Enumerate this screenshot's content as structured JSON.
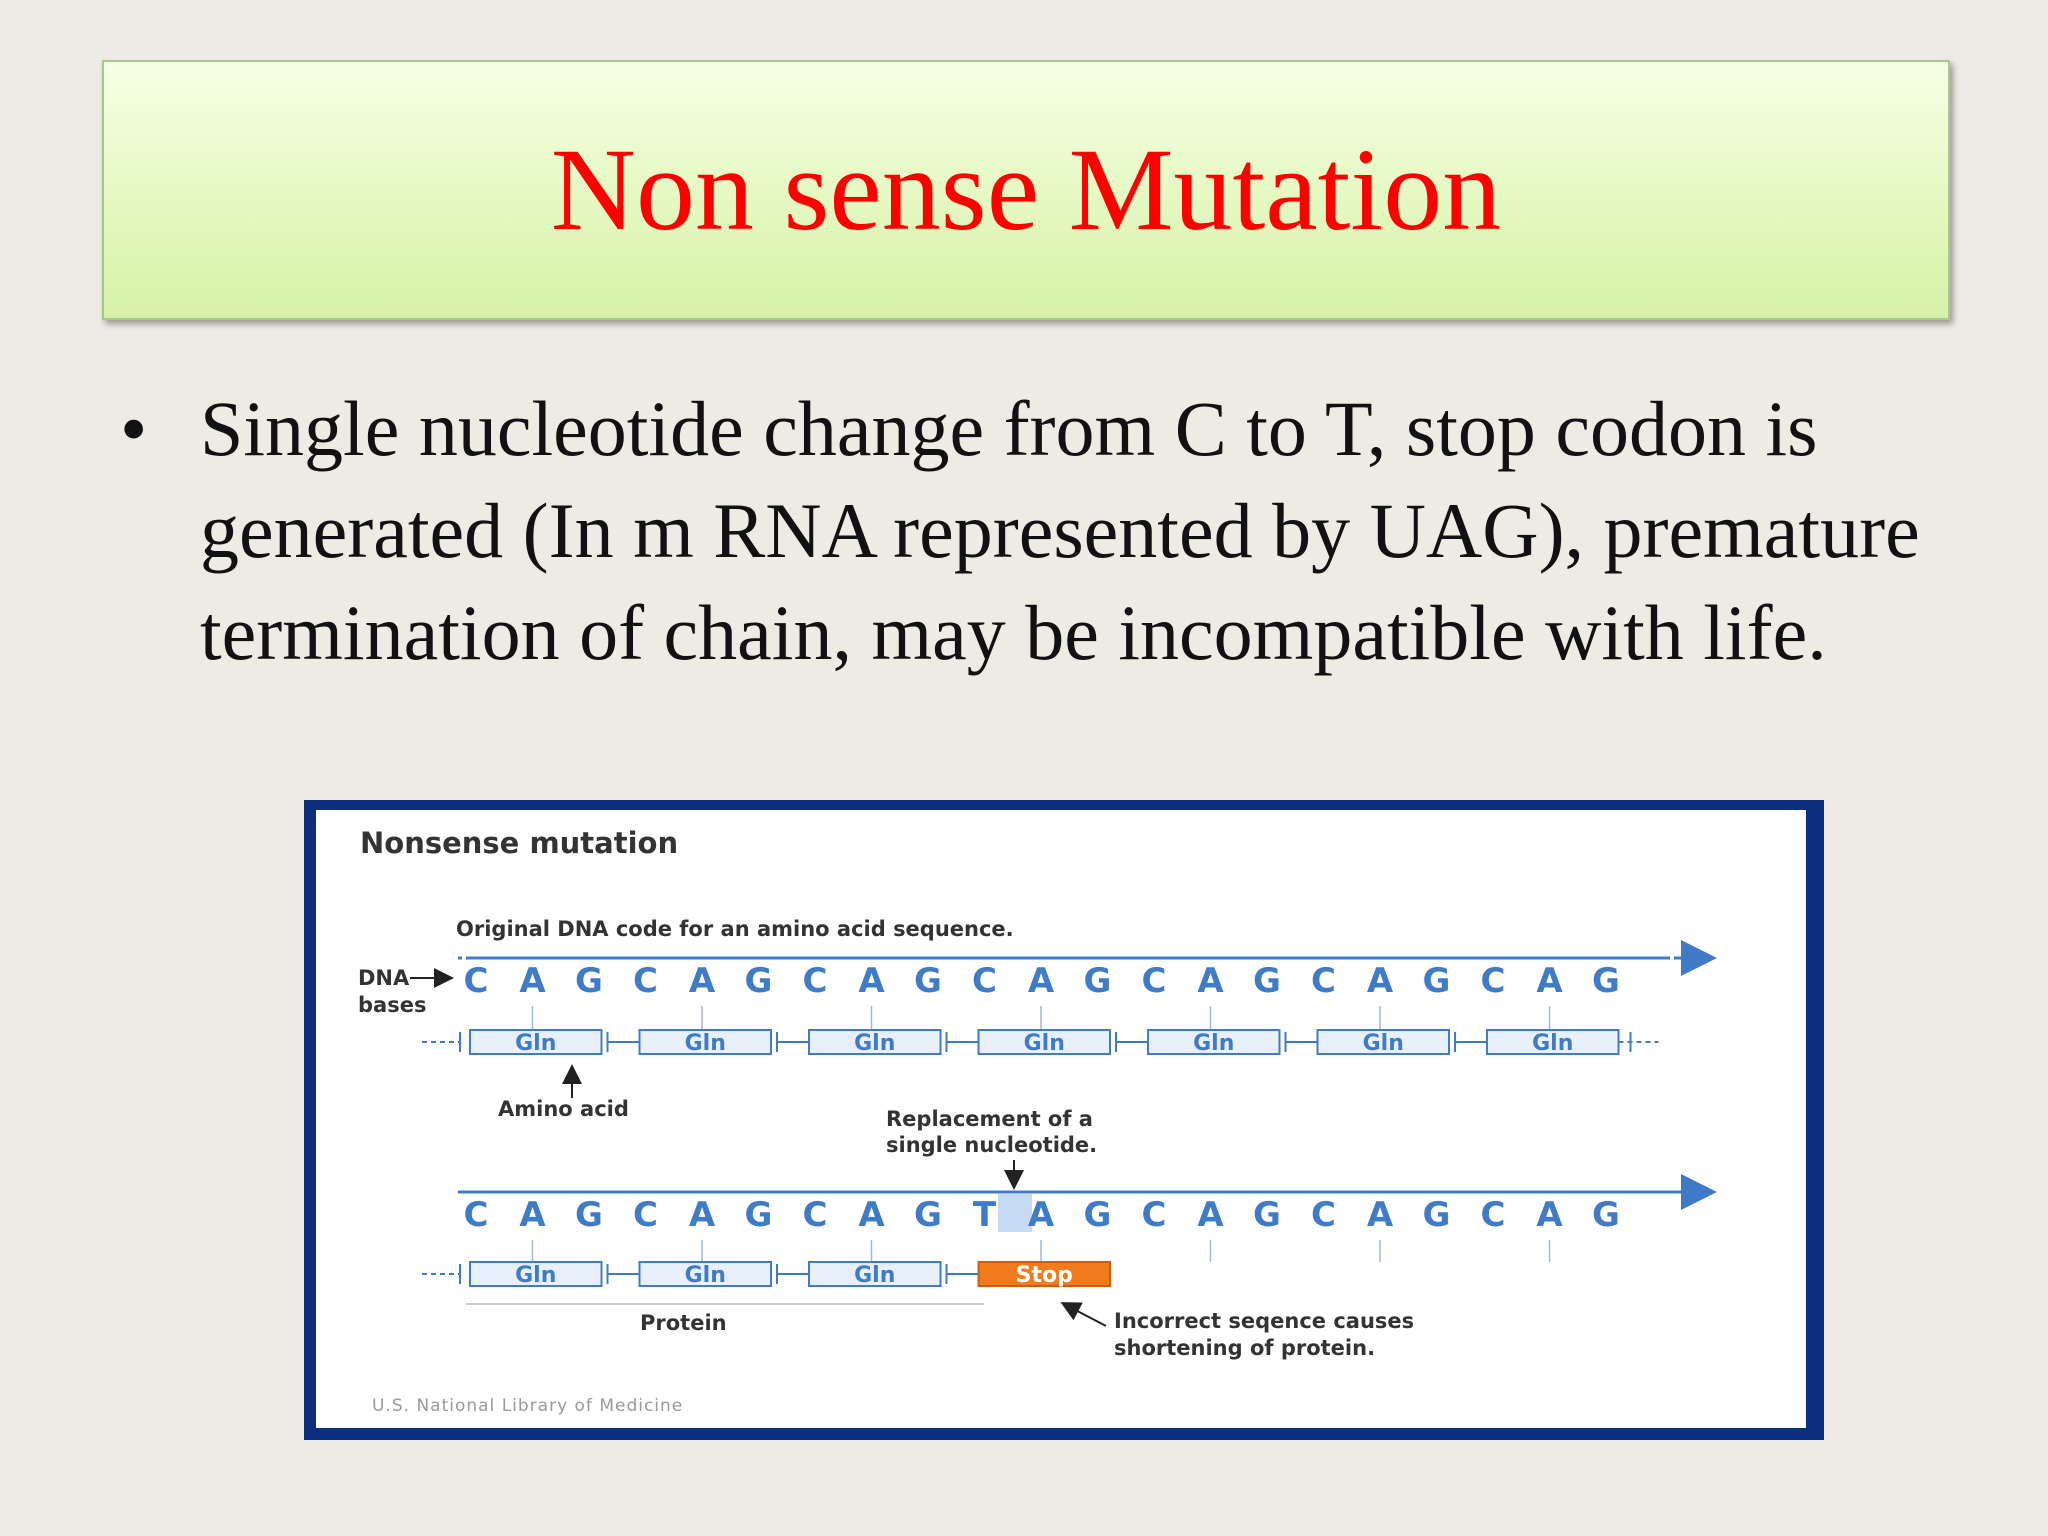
{
  "slide": {
    "title": "Non sense Mutation",
    "bullet_symbol": "•",
    "bullet_text": " Single nucleotide change from C to T, stop codon is generated (In m RNA represented by UAG), premature termination of chain, may be incompatible with life."
  },
  "figure": {
    "heading": "Nonsense mutation",
    "original_caption": "Original DNA code for an amino acid sequence.",
    "dna_label_1": "DNA",
    "dna_label_2": "bases",
    "row1_bases": [
      "C",
      "A",
      "G",
      "C",
      "A",
      "G",
      "C",
      "A",
      "G",
      "C",
      "A",
      "G",
      "C",
      "A",
      "G",
      "C",
      "A",
      "G",
      "C",
      "A",
      "G"
    ],
    "row1_amino": [
      "Gln",
      "Gln",
      "Gln",
      "Gln",
      "Gln",
      "Gln",
      "Gln"
    ],
    "amino_acid_label": "Amino acid",
    "replacement_label_1": "Replacement of a",
    "replacement_label_2": "single nucleotide.",
    "row2_bases": [
      "C",
      "A",
      "G",
      "C",
      "A",
      "G",
      "C",
      "A",
      "G",
      "T",
      "A",
      "G",
      "C",
      "A",
      "G",
      "C",
      "A",
      "G",
      "C",
      "A",
      "G"
    ],
    "row2_amino": [
      "Gln",
      "Gln",
      "Gln"
    ],
    "stop_label": "Stop",
    "protein_label": "Protein",
    "incorrect_label_1": "Incorrect seqence causes",
    "incorrect_label_2": "shortening of protein.",
    "credit": "U.S. National Library of Medicine",
    "colors": {
      "frame": "#0b2f7d",
      "base_text": "#3f7bc7",
      "box_stroke": "#3f7bc7",
      "box_fill": "#e8f1fb",
      "stop_fill": "#f07a1c",
      "highlight": "#c6daf3"
    }
  }
}
